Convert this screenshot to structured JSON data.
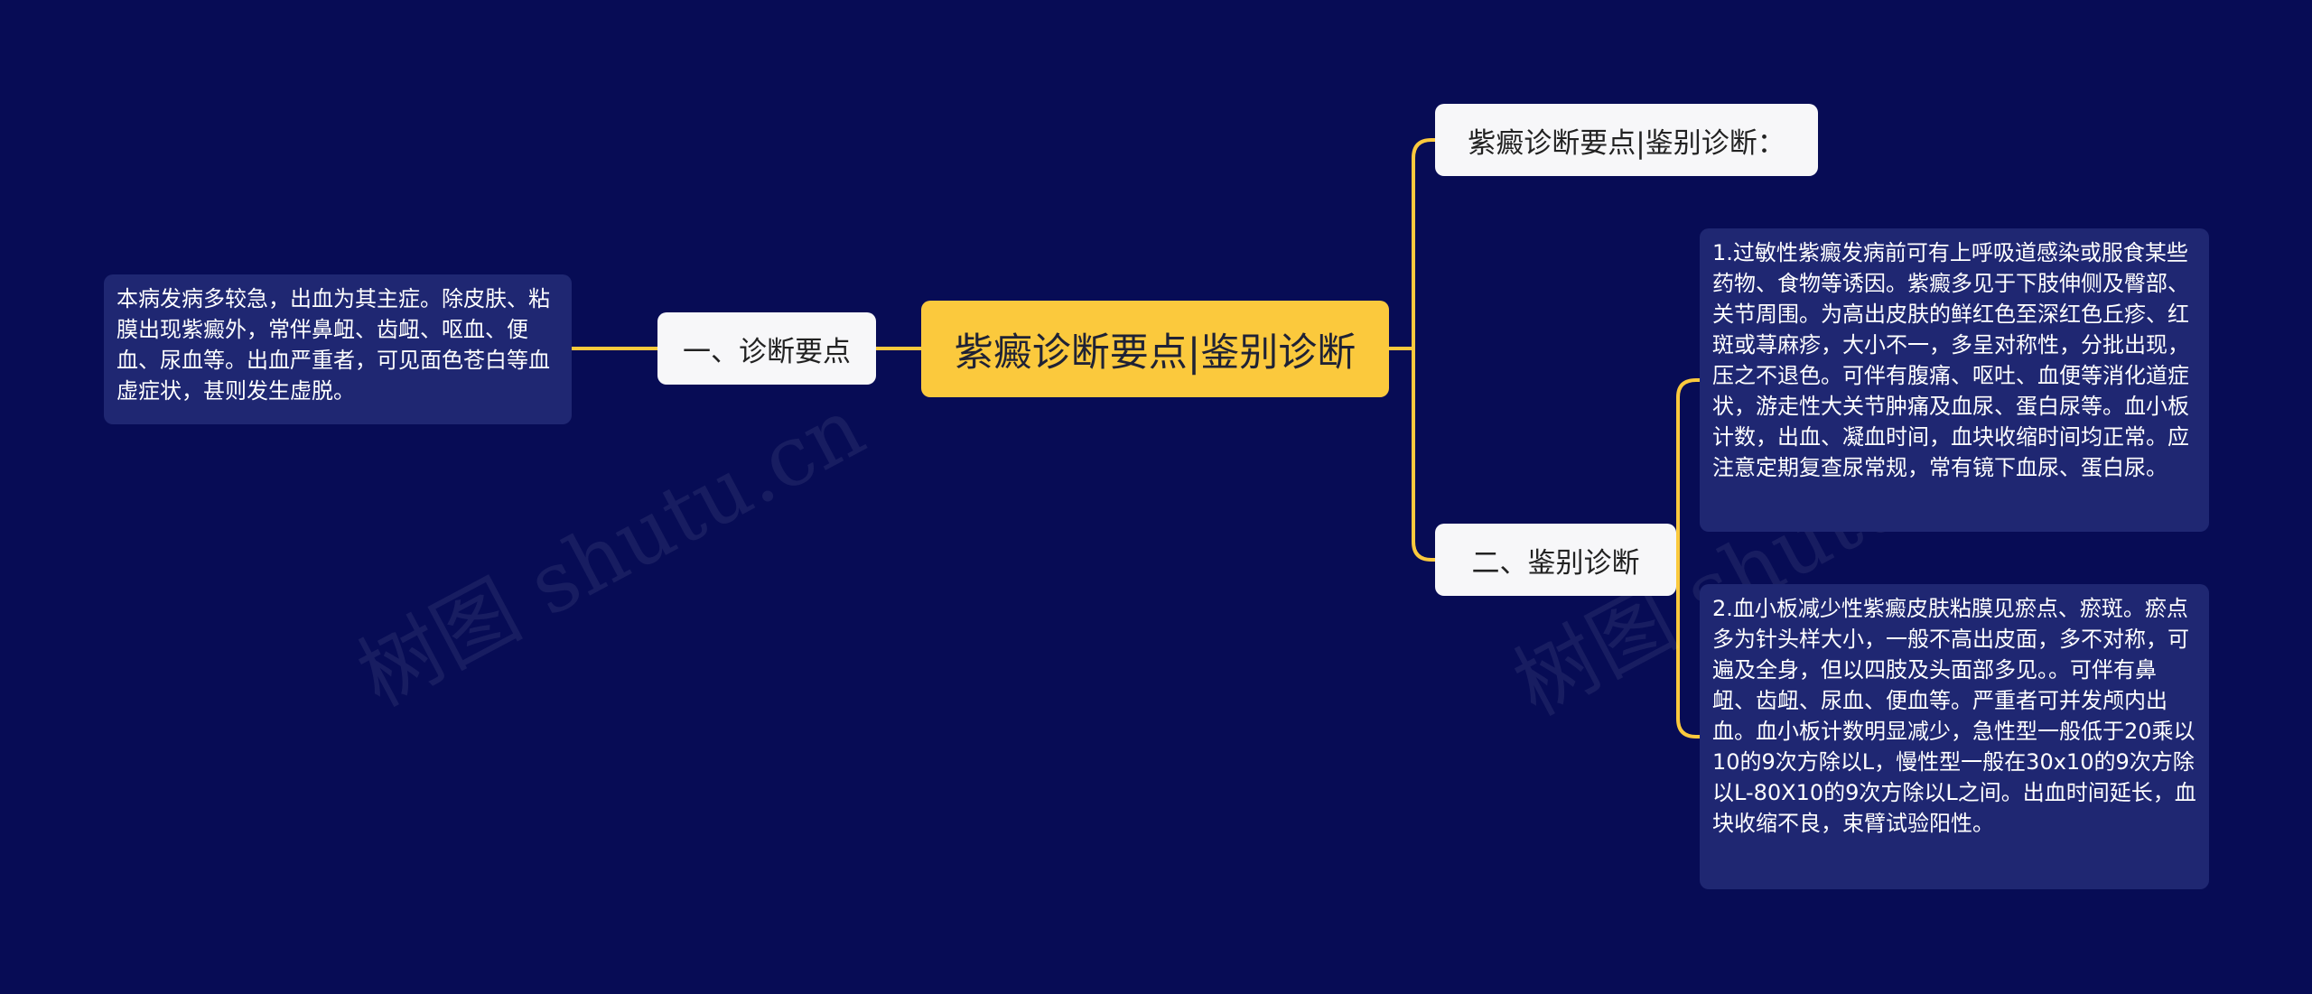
{
  "root": {
    "title": "紫癜诊断要点|鉴别诊断"
  },
  "branches": {
    "diagnosis": {
      "label": "一、诊断要点",
      "detail": "本病发病多较急，出血为其主症。除皮肤、粘膜出现紫癜外，常伴鼻衄、齿衄、呕血、便血、尿血等。出血严重者，可见面色苍白等血虚症状，甚则发生虚脱。"
    },
    "title_node": {
      "label": "紫癜诊断要点|鉴别诊断："
    },
    "differential": {
      "label": "二、鉴别诊断",
      "items": [
        "1.过敏性紫癜发病前可有上呼吸道感染或服食某些药物、食物等诱因。紫癜多见于下肢伸侧及臀部、关节周围。为高出皮肤的鲜红色至深红色丘疹、红斑或荨麻疹，大小不一，多呈对称性，分批出现，压之不退色。可伴有腹痛、呕吐、血便等消化道症状，游走性大关节肿痛及血尿、蛋白尿等。血小板计数，出血、凝血时间，血块收缩时间均正常。应注意定期复查尿常规，常有镜下血尿、蛋白尿。",
        "2.血小板减少性紫癜皮肤粘膜见瘀点、瘀斑。瘀点多为针头样大小，一般不高出皮面，多不对称，可遍及全身，但以四肢及头面部多见。。可伴有鼻衄、齿衄、尿血、便血等。严重者可并发颅内出血。血小板计数明显减少，急性型一般低于20乘以10的9次方除以L，慢性型一般在30x10的9次方除以L-80X10的9次方除以L之间。出血时间延长，血块收缩不良，束臂试验阳性。"
      ]
    }
  },
  "watermark": "树图 shutu.cn",
  "colors": {
    "background": "#070c55",
    "root_fill": "#fbc93d",
    "connector": "#fbc93d",
    "label_fill": "#f7f7f9",
    "detail_fill": "#1f2772"
  }
}
